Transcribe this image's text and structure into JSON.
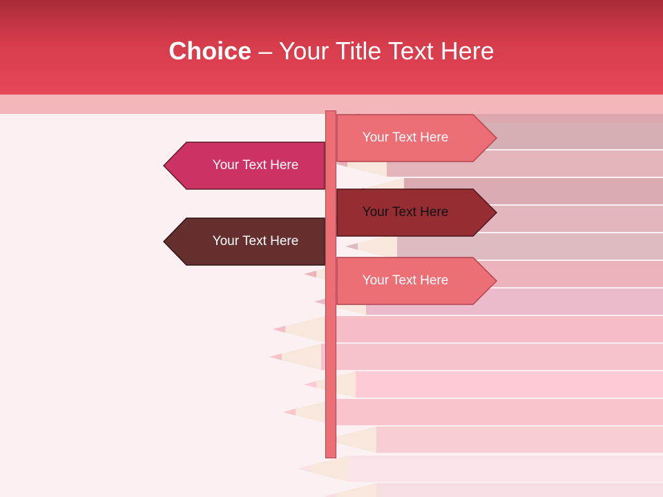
{
  "slide": {
    "title_bold": "Choice",
    "title_rest": " – Your Title Text Here"
  },
  "signs": [
    {
      "label": "Your Text Here",
      "direction": "right",
      "fill": "#ec6f76",
      "text_color": "#ffffff"
    },
    {
      "label": "Your Text Here",
      "direction": "left",
      "fill": "#cd3265",
      "text_color": "#ffffff"
    },
    {
      "label": "Your Text Here",
      "direction": "right",
      "fill": "#962d32",
      "text_color": "#111111"
    },
    {
      "label": "Your Text Here",
      "direction": "left",
      "fill": "#662f2f",
      "text_color": "#ffffff"
    },
    {
      "label": "Your Text Here",
      "direction": "right",
      "fill": "#ec6f76",
      "text_color": "#ffffff"
    }
  ],
  "colors": {
    "header": "#d53c4a",
    "band": "#f3b6ba",
    "background": "#fcf1f2",
    "post": "#ec6f76"
  },
  "decoration": "faded-colored-pencils-photo"
}
